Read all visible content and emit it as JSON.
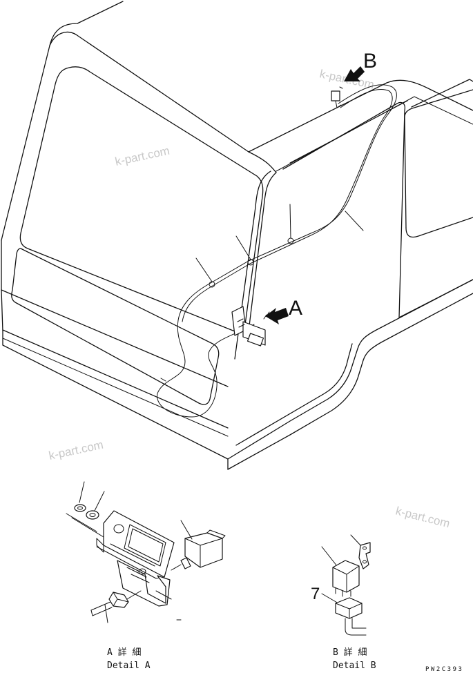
{
  "watermark": "k-part.com",
  "arrow_labels": {
    "a": "A",
    "b": "B"
  },
  "part_number": "7",
  "details": {
    "a": {
      "jp": "A 詳 細",
      "en": "Detail A"
    },
    "b": {
      "jp": "B 詳 細",
      "en": "Detail B"
    }
  },
  "drawing_code": "PW2C393",
  "colors": {
    "line": "#111111",
    "watermark": "#c8c8c8",
    "background": "#ffffff"
  }
}
